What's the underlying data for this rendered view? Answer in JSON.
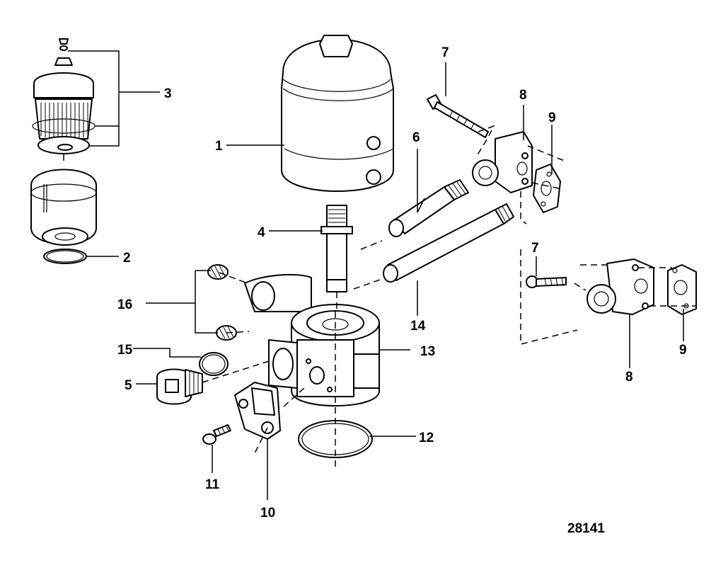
{
  "diagram": {
    "reference_number": "28141",
    "callouts": [
      "1",
      "2",
      "3",
      "4",
      "5",
      "6",
      "7",
      "7",
      "8",
      "8",
      "9",
      "9",
      "10",
      "11",
      "12",
      "13",
      "14",
      "15",
      "16"
    ]
  }
}
